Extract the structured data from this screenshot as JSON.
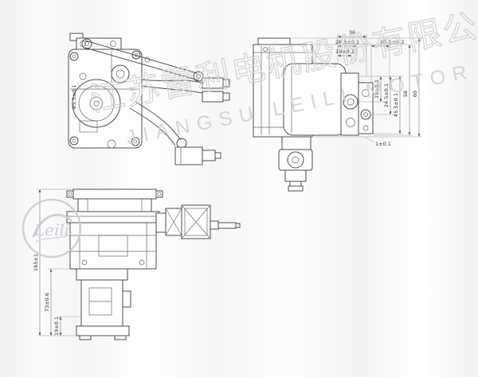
{
  "watermark": {
    "chinese": "江苏雷利电机股份有限公司",
    "english": "JIANGSU LEILI MOTOR",
    "logo_script": "Leili"
  },
  "views": {
    "plan_view": {
      "dims": {
        "shaft": "Φ5.5±0.1"
      }
    },
    "side_view": {
      "dims": {
        "w36": "36",
        "w285": "28.5±0.1",
        "w105": "10.5±0.3",
        "w19": "19±0.1",
        "h19": "19±0.1",
        "h245": "24.5±0.1",
        "h455": "45.5±0.1",
        "h58": "58",
        "h60": "60",
        "gap1": "1±0.1"
      }
    },
    "front_view": {
      "dims": {
        "h165": "165±1",
        "h73": "73±0.6",
        "h19": "19±0.1"
      }
    }
  },
  "colors": {
    "line": "#4f4f4f",
    "dim_text": "#333333",
    "watermark_gray": "#cbcbcb",
    "background_stripe": "#f4f4f4"
  }
}
